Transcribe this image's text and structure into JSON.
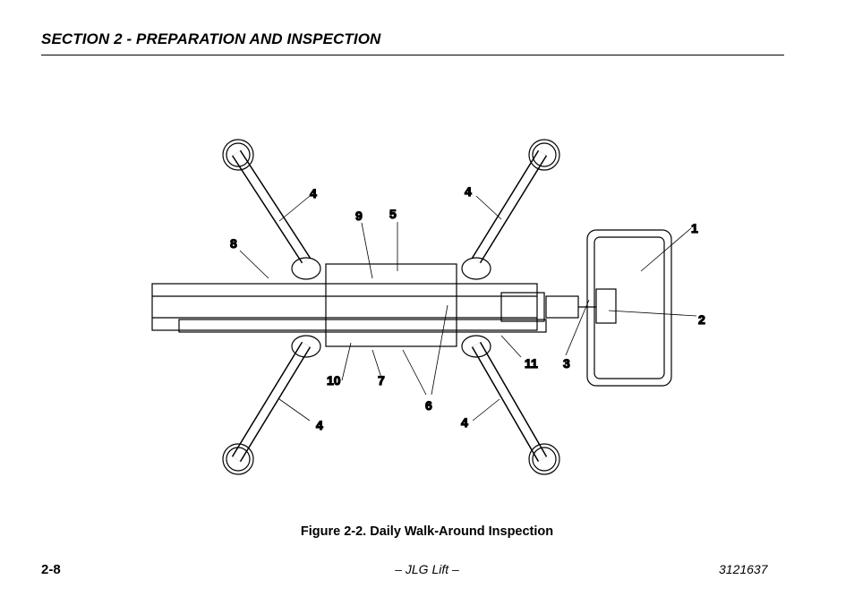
{
  "header": {
    "section_title": "SECTION 2 - PREPARATION AND INSPECTION"
  },
  "figure": {
    "caption": "Figure 2-2. Daily Walk-Around Inspection",
    "callouts": [
      "1",
      "2",
      "3",
      "4",
      "4",
      "4",
      "4",
      "5",
      "6",
      "7",
      "8",
      "9",
      "10",
      "11"
    ]
  },
  "footer": {
    "page_number": "2-8",
    "center_text": "– JLG Lift –",
    "doc_number": "3121637"
  }
}
